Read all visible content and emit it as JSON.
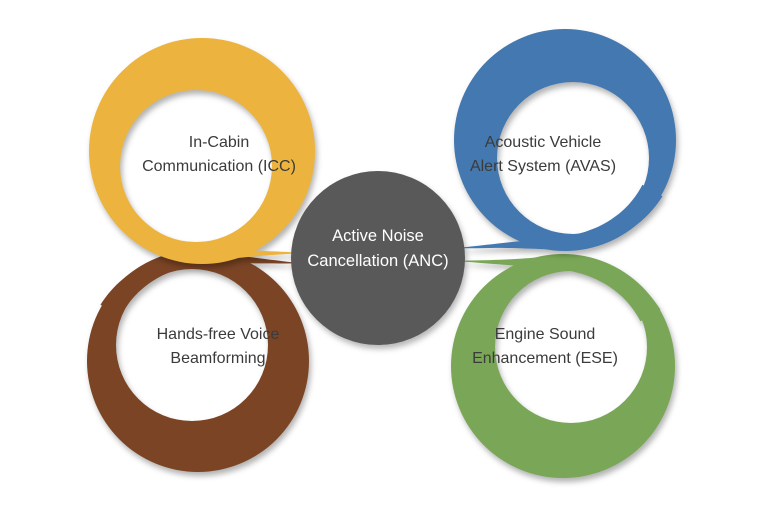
{
  "diagram": {
    "background_color": "#ffffff",
    "label_text_color": "#3B3B3B",
    "center_node": {
      "lines": [
        "Active Noise",
        "Cancellation (ANC)"
      ],
      "color": "#595959",
      "text_color": "#ffffff"
    },
    "petals": [
      {
        "id": "icc",
        "position": "top-left",
        "lines": [
          "In-Cabin",
          "Communication (ICC)"
        ],
        "color": "#ECB43E"
      },
      {
        "id": "avas",
        "position": "top-right",
        "lines": [
          "Acoustic Vehicle",
          "Alert System (AVAS)"
        ],
        "color": "#4478B0"
      },
      {
        "id": "beamforming",
        "position": "bottom-left",
        "lines": [
          "Hands-free Voice",
          "Beamforming"
        ],
        "color": "#7B4425"
      },
      {
        "id": "ese",
        "position": "bottom-right",
        "lines": [
          "Engine Sound",
          "Enhancement (ESE)"
        ],
        "color": "#7AA757"
      }
    ]
  }
}
